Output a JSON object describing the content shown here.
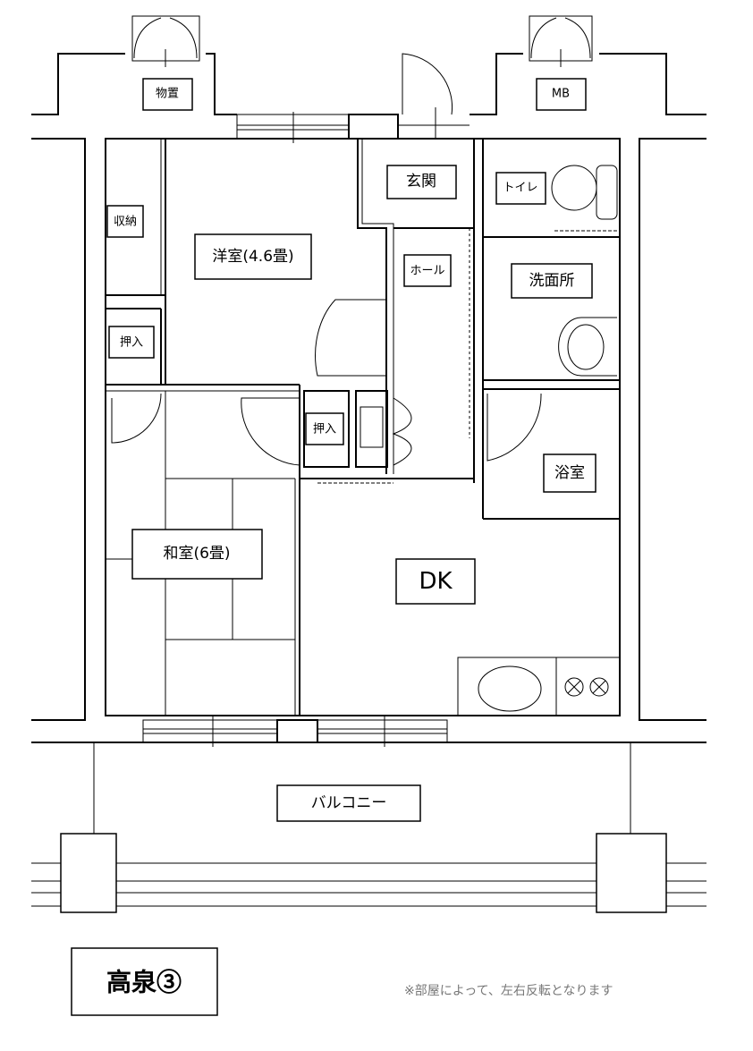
{
  "rooms": {
    "storage_outside": "物置",
    "meter_box": "MB",
    "entrance": "玄関",
    "toilet": "トイレ",
    "storage": "収納",
    "western_room": "洋室(4.6畳)",
    "hall": "ホール",
    "washroom": "洗面所",
    "closet_left": "押入",
    "closet_center": "押入",
    "bathroom": "浴室",
    "japanese_room": "和室(6畳)",
    "dining_kitchen": "DK",
    "balcony": "バルコニー"
  },
  "plan_name": "高泉③",
  "note": "※部屋によって、左右反転となります"
}
